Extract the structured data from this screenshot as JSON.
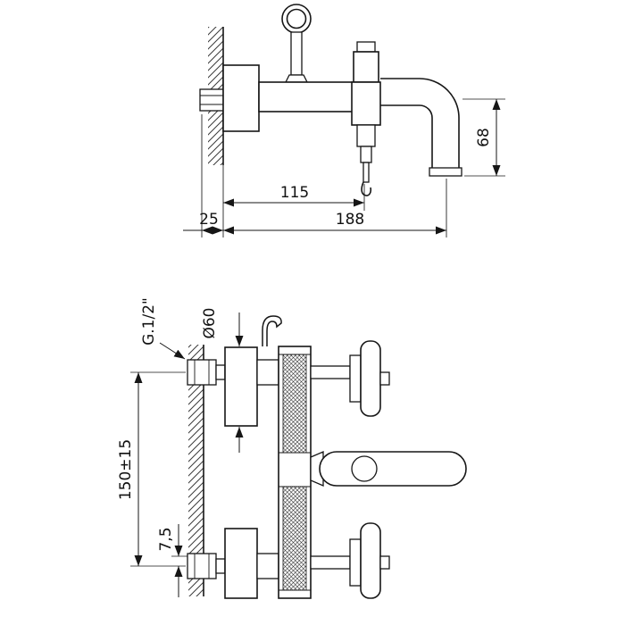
{
  "drawing": {
    "side_view": {
      "dim_spout_projection": "115",
      "dim_wall_plate": "25",
      "dim_total_reach": "188",
      "dim_spout_drop": "68"
    },
    "front_view": {
      "dim_flange_diameter": "Ø60",
      "dim_thread_size": "G.1/2\"",
      "dim_inlet_spacing": "150±15",
      "dim_offset": "7,5"
    }
  }
}
